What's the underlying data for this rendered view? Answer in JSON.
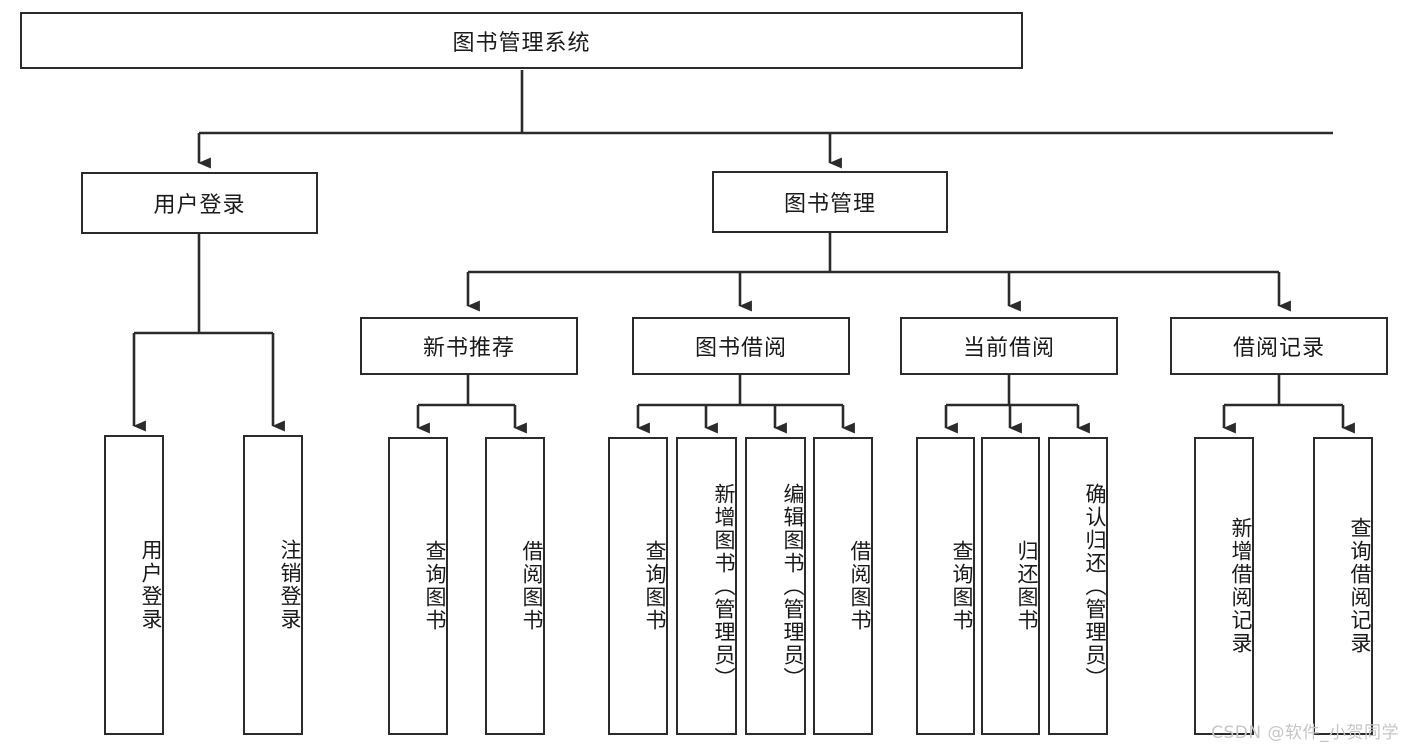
{
  "diagram": {
    "title": "图书管理系统",
    "type": "tree-hierarchy-diagram",
    "root": {
      "label": "图书管理系统"
    },
    "level1": [
      {
        "label": "用户登录"
      },
      {
        "label": "图书管理"
      }
    ],
    "level2": [
      {
        "label": "新书推荐"
      },
      {
        "label": "图书借阅"
      },
      {
        "label": "当前借阅"
      },
      {
        "label": "借阅记录"
      }
    ],
    "leaves": {
      "user_login": [
        {
          "label": "用户登录"
        },
        {
          "label": "注销登录"
        }
      ],
      "new_book_recommend": [
        {
          "label": "查询图书"
        },
        {
          "label": "借阅图书"
        }
      ],
      "book_borrow": [
        {
          "label": "查询图书"
        },
        {
          "label": "新增图书（管理员）"
        },
        {
          "label": "编辑图书（管理员）"
        },
        {
          "label": "借阅图书"
        }
      ],
      "current_borrow": [
        {
          "label": "查询图书"
        },
        {
          "label": "归还图书"
        },
        {
          "label": "确认归还（管理员）"
        }
      ],
      "borrow_record": [
        {
          "label": "新增借阅记录"
        },
        {
          "label": "查询借阅记录"
        }
      ]
    }
  },
  "watermark": {
    "text": "CSDN @软件_小贺同学"
  },
  "colors": {
    "border": "#2b2b2b",
    "text": "#1a1a1a",
    "background": "#ffffff",
    "watermark": "#c6c6c6"
  }
}
